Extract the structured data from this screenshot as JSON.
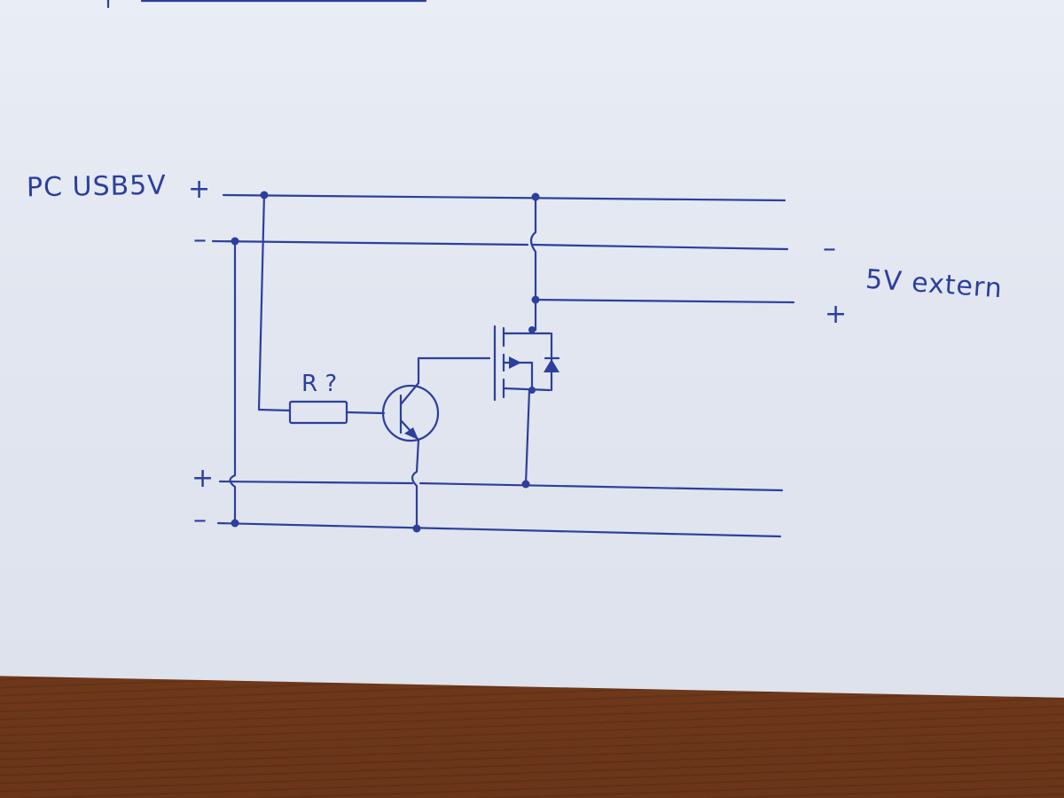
{
  "labels": {
    "pc_usb": "PC USB5V",
    "usb_plus": "+",
    "usb_minus": "–",
    "ext": "5V extern",
    "ext_minus": "–",
    "ext_plus": "+",
    "bottom_plus": "+",
    "bottom_minus": "–",
    "resistor": "R ?"
  },
  "colors": {
    "ink": "#2d3f9c",
    "paper": "#e6eaf2",
    "desk": "#7a3f1e"
  }
}
